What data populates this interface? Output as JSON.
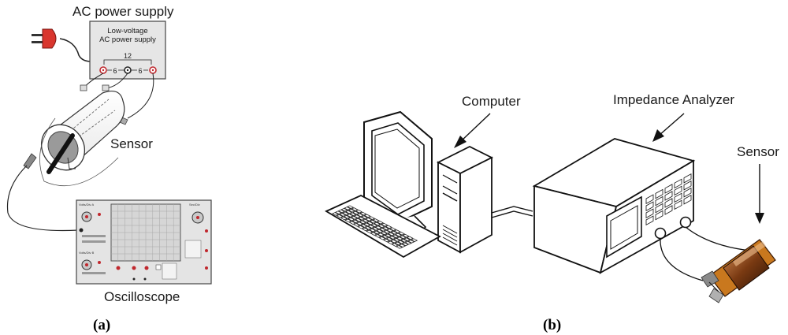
{
  "panel_a": {
    "caption_open": "(",
    "caption_letter": "a",
    "caption_close": ")",
    "title_power": "AC power supply",
    "psu_face_line1": "Low-voltage",
    "psu_face_line2": "AC power supply",
    "psu_voltage_total": "12",
    "psu_voltage_left": "6",
    "psu_voltage_right": "6",
    "label_sensor": "Sensor",
    "label_oscilloscope": "Oscilloscope"
  },
  "panel_b": {
    "caption_open": "(",
    "caption_letter": "b",
    "caption_close": ")",
    "label_computer": "Computer",
    "label_analyzer": "Impedance Analyzer",
    "label_sensor": "Sensor"
  },
  "oscilloscope_face": {
    "volts_a": "Volts/Div A",
    "volts_b": "Volts/Div B",
    "sec_div": "Sec/Div"
  }
}
